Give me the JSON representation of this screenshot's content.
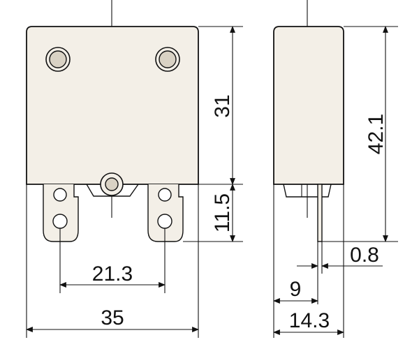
{
  "dimensions": {
    "front_top_height": "31",
    "front_terminal_height": "11.5",
    "terminal_spacing": "21.3",
    "overall_width": "35",
    "side_overall_height": "42.1",
    "pin_thickness": "0.8",
    "side_depth_to_pin": "9",
    "side_depth": "14.3"
  },
  "colors": {
    "body": "#f3efe7",
    "line": "#111111"
  }
}
